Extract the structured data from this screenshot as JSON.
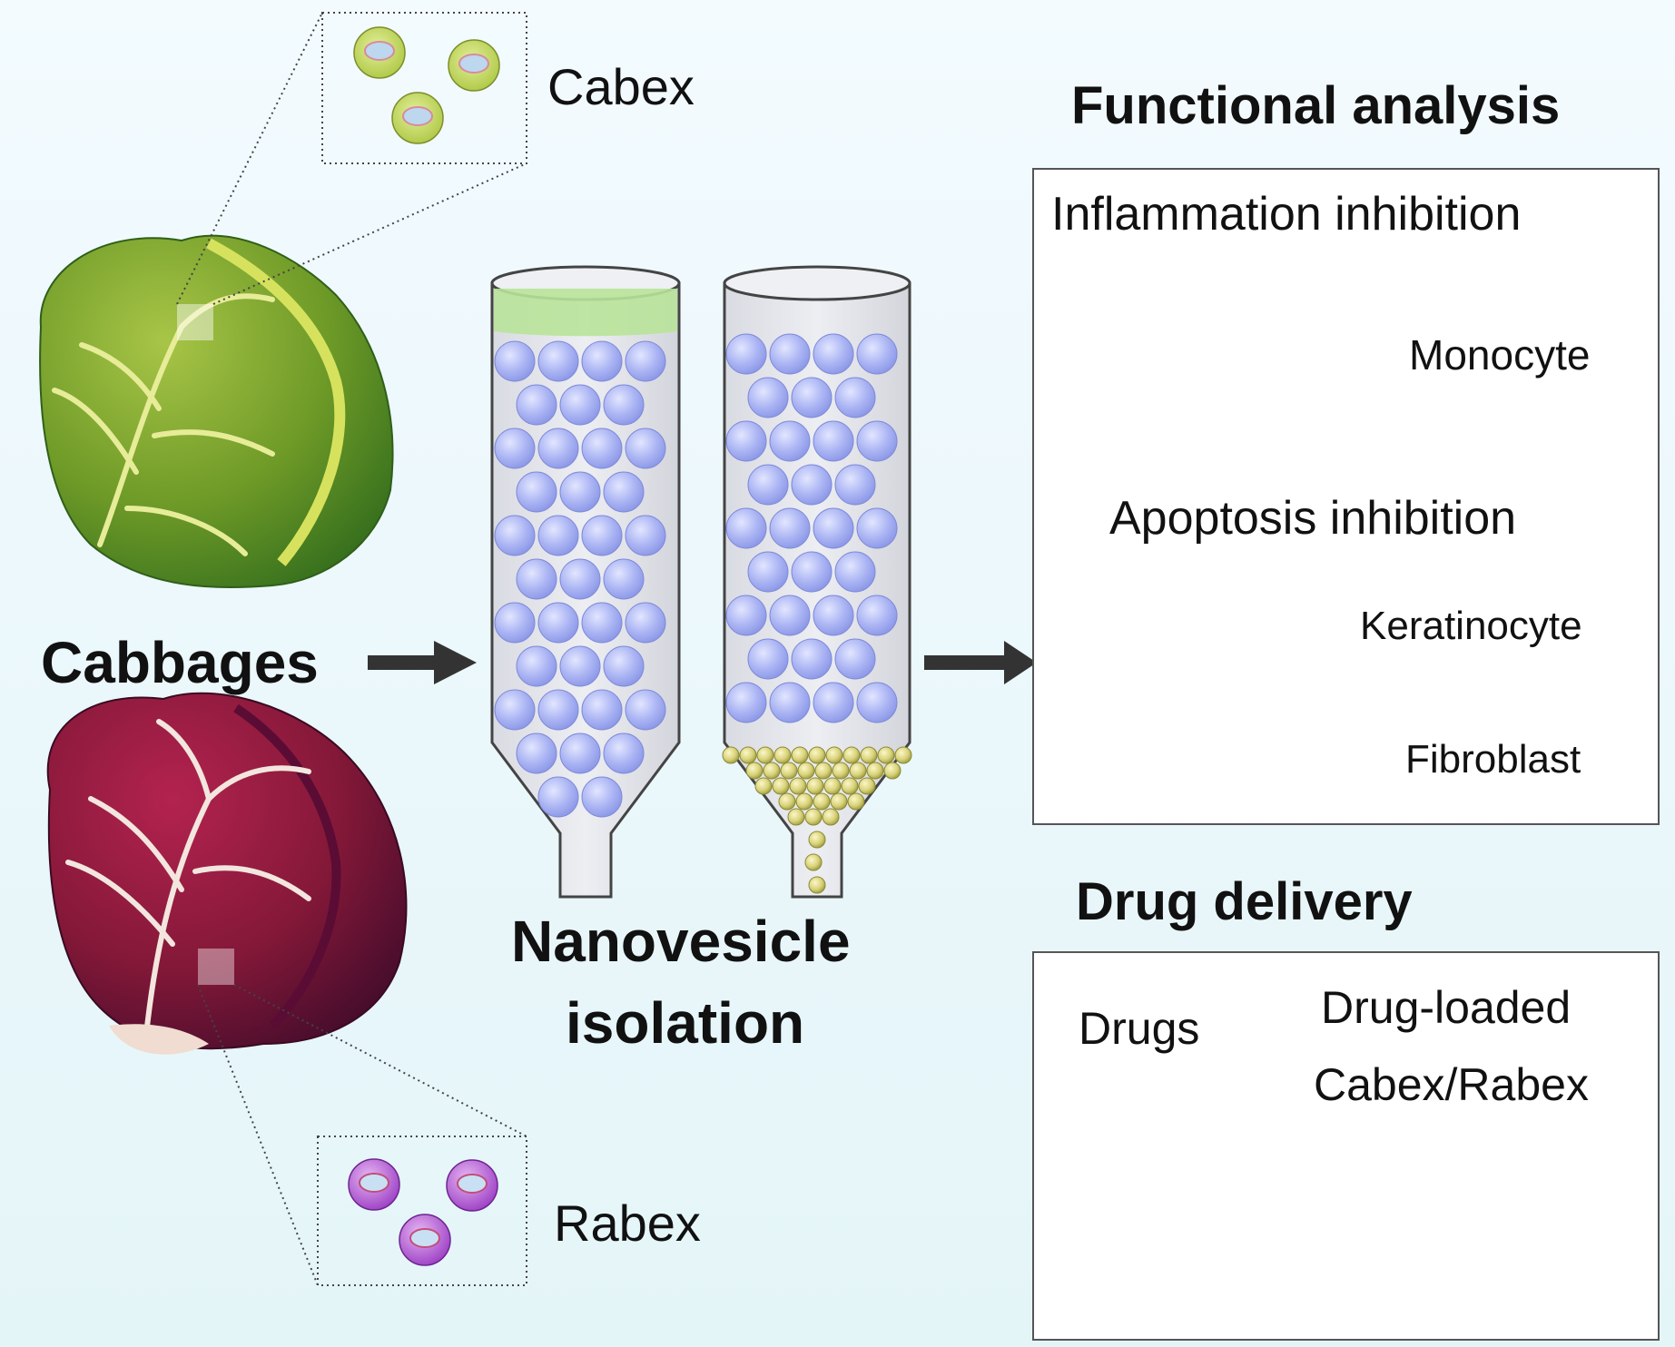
{
  "labels": {
    "cabex": "Cabex",
    "rabex": "Rabex",
    "cabbages": "Cabbages",
    "nanovesicle_line1": "Nanovesicle",
    "nanovesicle_line2": "isolation",
    "functional_analysis": "Functional analysis",
    "inflammation_inhibition": "Inflammation inhibition",
    "monocyte": "Monocyte",
    "apoptosis_inhibition": "Apoptosis inhibition",
    "keratinocyte": "Keratinocyte",
    "fibroblast": "Fibroblast",
    "drug_delivery": "Drug delivery",
    "drugs": "Drugs",
    "drug_loaded_line1": "Drug-loaded",
    "drug_loaded_line2": "Cabex/Rabex"
  },
  "colors": {
    "green_cabbage": "#8fb431",
    "red_cabbage": "#8a1238",
    "bead": "#aab4f2",
    "vesicle": "#b5c94a",
    "arrow": "#333333",
    "arrow_green": "#4a6b2a"
  }
}
